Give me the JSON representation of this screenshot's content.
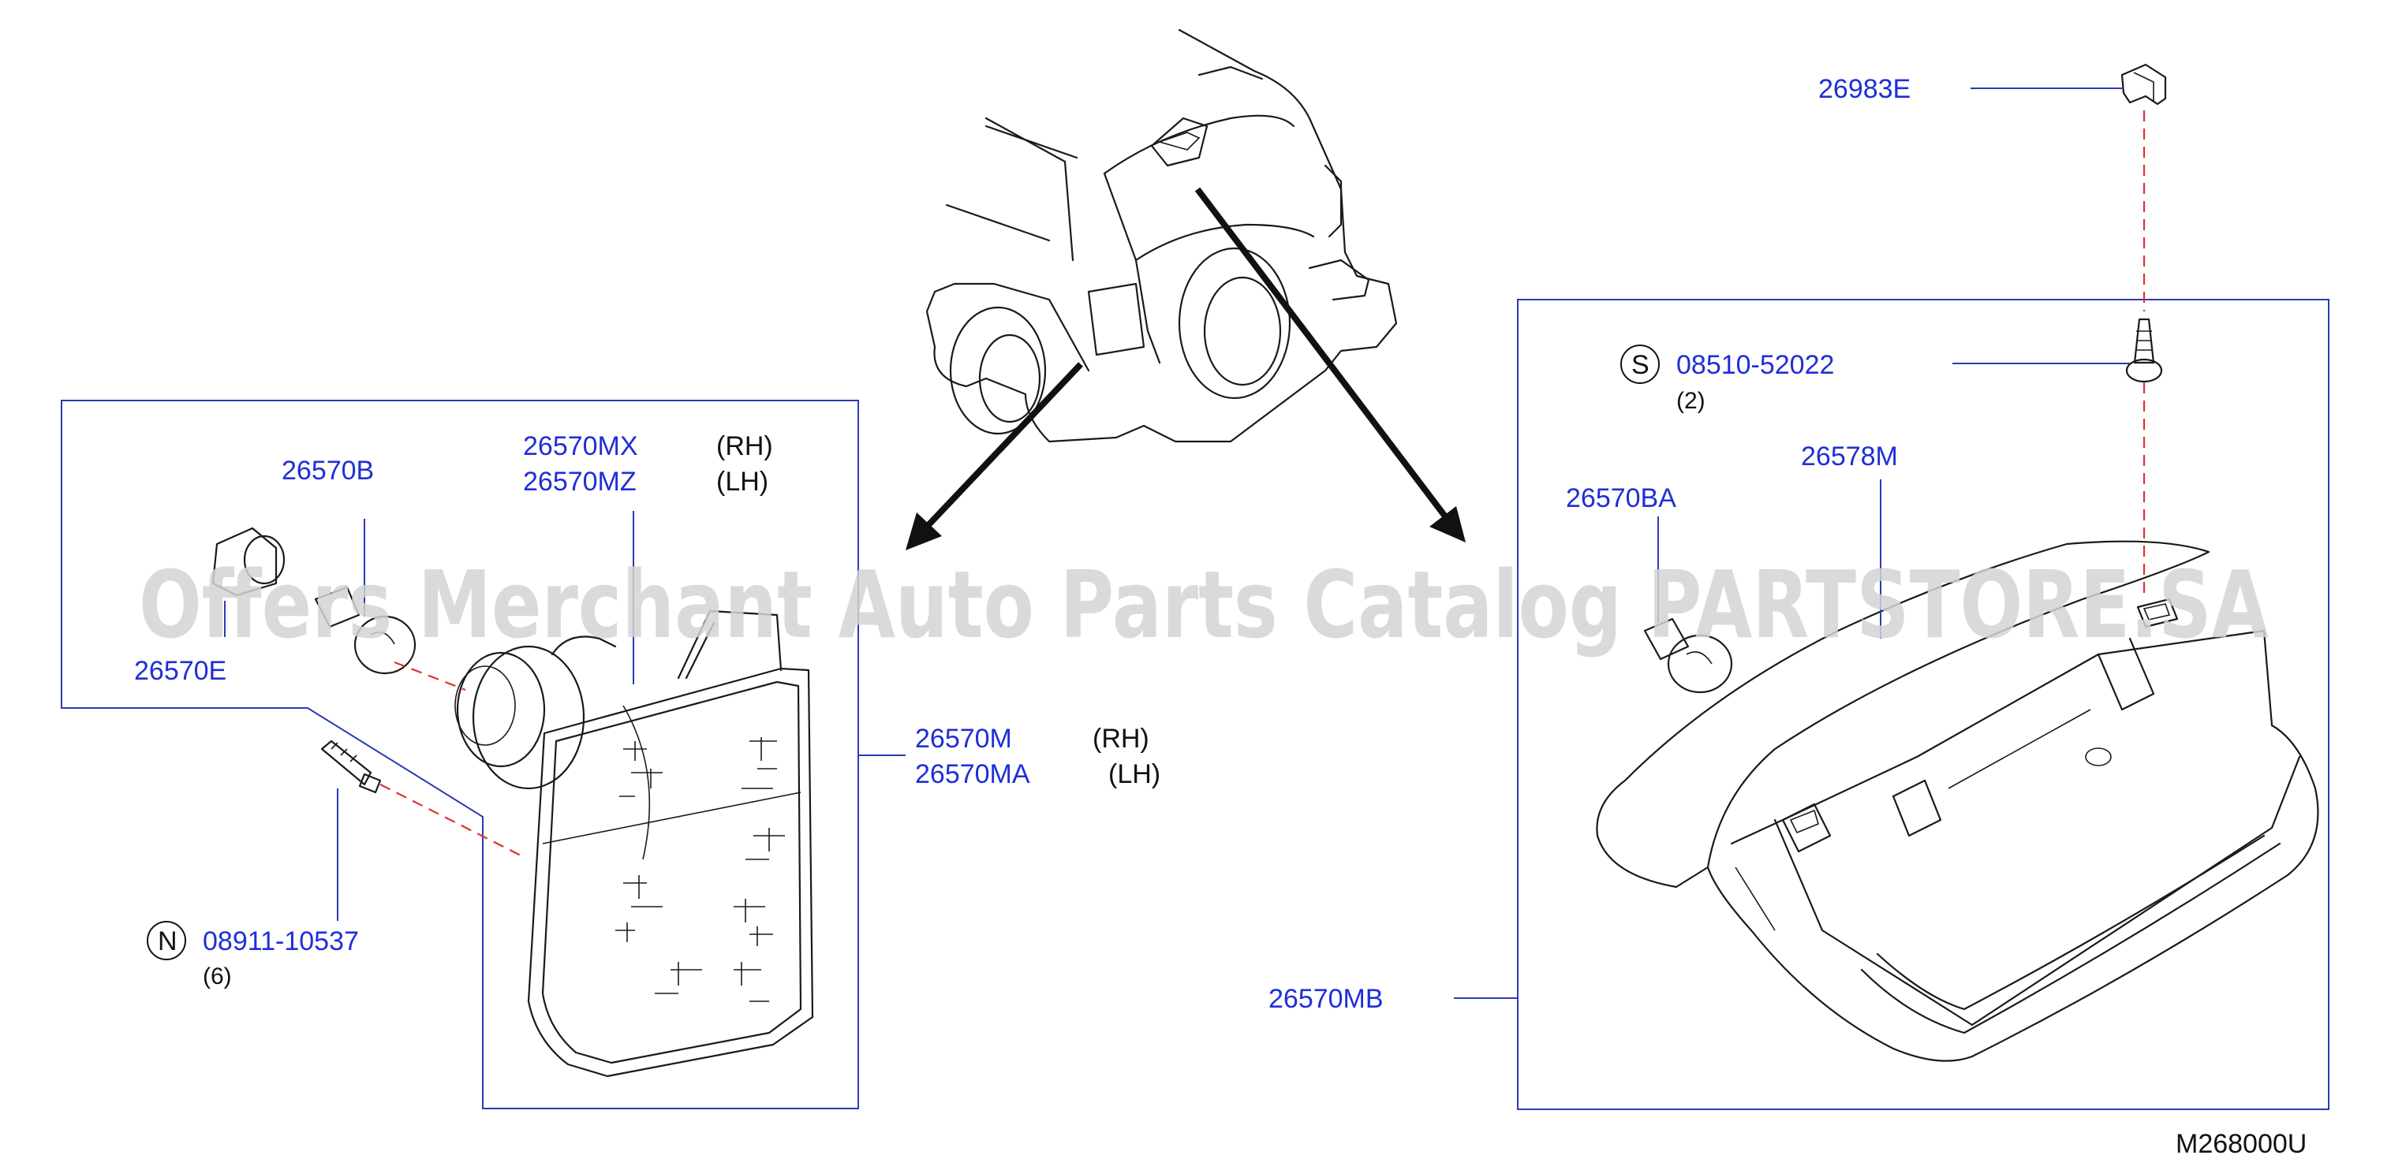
{
  "watermark": "Offers Merchant Auto Parts Catalog PARTSTORE.SA",
  "diagram_code": "M268000U",
  "left_group": {
    "bulb_socket": "26570B",
    "socket_grommet": "26570E",
    "lamp_assembly_a": {
      "part": "26570MX",
      "side": "(RH)"
    },
    "lamp_assembly_b": {
      "part": "26570MZ",
      "side": "(LH)"
    },
    "lens_a": {
      "part": "26570M",
      "side": "(RH)"
    },
    "lens_b": {
      "part": "26570MA",
      "side": "(LH)"
    },
    "screw": {
      "prefix": "N",
      "part": "08911-10537",
      "qty": "(6)"
    }
  },
  "right_group": {
    "clip": "26983E",
    "screw": {
      "prefix": "S",
      "part": "08510-52022",
      "qty": "(2)"
    },
    "bulb": "26570BA",
    "lens": "26578M",
    "lamp_assembly": "26570MB"
  },
  "colors": {
    "part_number": "#1f2fd6",
    "leader": "#2b3bb5",
    "dashed": "#e03030",
    "watermark": "#d4d4d4"
  }
}
